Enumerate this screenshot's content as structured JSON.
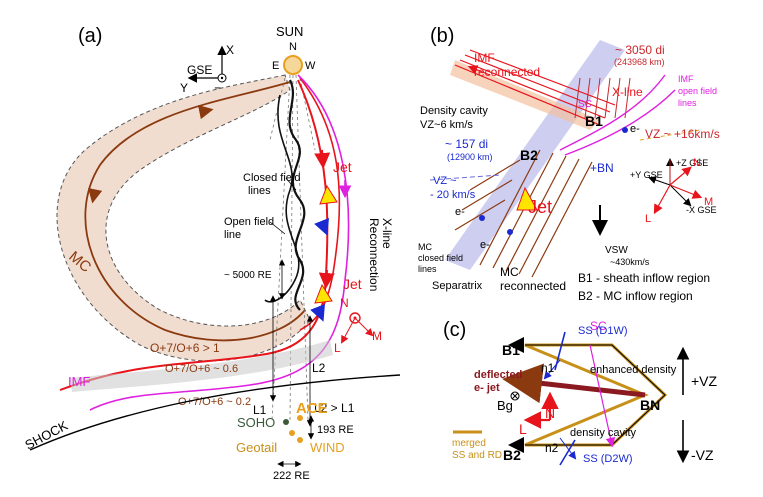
{
  "panel_a": {
    "label": "(a)",
    "sun": {
      "title": "SUN",
      "n": "N",
      "e": "E",
      "w": "W"
    },
    "gse": {
      "label": "GSE",
      "x": "X",
      "y": "Y",
      "z": "Z"
    },
    "mc_label": "MC",
    "oxygen_ratio_mc": "O+7/O+6 > 1",
    "oxygen_ratio_mid": "O+7/O+6 ~ 0.6",
    "oxygen_ratio_imf": "O+7/O+6 ~ 0.2",
    "closed_field_lines": [
      "Closed field",
      "lines"
    ],
    "open_field_line": [
      "Open field",
      "line"
    ],
    "jet_label_1": "Jet",
    "jet_label_2": "Jet",
    "reconnection_xline": [
      "Reconnection",
      "X-line"
    ],
    "distance_5000": "~ 5000 RE",
    "imf": "IMF",
    "shock": "SHOCK",
    "l1": "L1",
    "l2": "L2",
    "l2_gt_l1": "L2 > L1",
    "lmn": {
      "l": "L",
      "m": "M",
      "n": "N"
    },
    "soho": "SOHO",
    "ace": "ACE",
    "geotail": "Geotail",
    "wind": "WIND",
    "dist_193": "193 RE",
    "dist_222": "222 RE"
  },
  "panel_b": {
    "label": "(b)",
    "imf_reconnected": [
      "IMF",
      "reconnected"
    ],
    "dist_3050": [
      "~ 3050 di",
      "(243968 km)"
    ],
    "xline": "X-line",
    "imf_open": [
      "IMF",
      "open field",
      "lines"
    ],
    "density_cavity": [
      "Density cavity",
      "VZ~6 km/s"
    ],
    "dist_157": [
      "~ 157 di",
      "(12900 km)"
    ],
    "sc": "SC",
    "b1": "B1",
    "b2": "B2",
    "vz_16": "VZ ~ +16km/s",
    "plus_bn": "+BN",
    "vz_20": [
      "VZ ~",
      "- 20 km/s"
    ],
    "electron": "e-",
    "jet": "Jet",
    "axes": {
      "z": "+Z GSE",
      "y": "+Y GSE",
      "x": "-X GSE",
      "n": "N",
      "m": "M",
      "l": "L"
    },
    "vsw": [
      "VSW",
      "~430km/s"
    ],
    "mc_closed": [
      "MC",
      "closed field",
      "lines"
    ],
    "separatrix": "Separatrix",
    "mc_reconnected": [
      "MC",
      "reconnected"
    ],
    "b1_desc": "B1 - sheath inflow region",
    "b2_desc": "B2 - MC inflow region"
  },
  "panel_c": {
    "label": "(c)",
    "sc": "SC",
    "ss_d1w": "SS (D1W)",
    "ss_d2w": "SS (D2W)",
    "n1": "n1",
    "n2": "n2",
    "b1": "B1",
    "b2": "B2",
    "bn": "BN",
    "bg": "Bg",
    "enhanced_density": "enhanced density",
    "density_cavity": "density cavity",
    "deflected_jet": [
      "deflected",
      "e- jet"
    ],
    "n": "N",
    "l": "L",
    "plus_vz": "+VZ",
    "minus_vz": "-VZ",
    "merged": [
      "merged",
      "SS and RD"
    ]
  },
  "colors": {
    "mc_fill": "#f1ddd0",
    "brown": "#8b3a10",
    "red": "#e8141c",
    "magenta": "#e020e0",
    "blue": "#1a2ad0",
    "orange": "#e8a020",
    "dark_green": "#3a5a3a",
    "tan": "#c89018"
  }
}
